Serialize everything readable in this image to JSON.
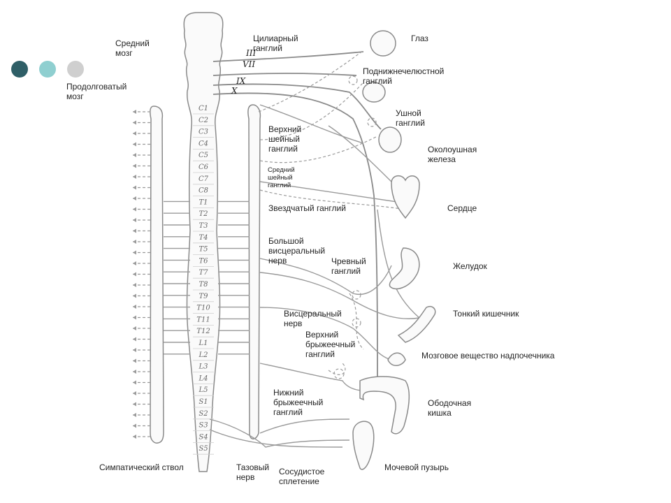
{
  "colors": {
    "dot1": "#2f5f67",
    "dot2": "#8fcfd0",
    "dot3": "#cfcfcf",
    "line": "#9a9a9a"
  },
  "labels": {
    "midbrain": "Средний\nмозг",
    "medulla": "Продолговатый\nмозг",
    "ciliary": "Цилиарный\nганглий",
    "eye": "Глаз",
    "submandibular": "Поднижнечелюстной\nганглий",
    "otic": "Ушной\nганглий",
    "parotid": "Околоушная\nжелеза",
    "superior_cervical": "Верхний\n шейный\n ганглий",
    "middle_cervical": "Средний\nшейный\nганглий",
    "stellate": "Звездчатый ганглий",
    "heart": "Сердце",
    "greater_splanchnic": "Большой\nвисцеральный\n нерв",
    "celiac": "Чревный\nганглий",
    "stomach": "Желудок",
    "small_intestine": "Тонкий кишечник",
    "splanchnic": "Висцеральный\nнерв",
    "superior_mesenteric": "Верхний\nбрыжеечный\nганглий",
    "adrenal": "Мозговое вещество надпочечника",
    "inferior_mesenteric": "Нижний\nбрыжеечный\nганглий",
    "colon": "Ободочная\nкишка",
    "sympathetic_trunk": "Симпатический ствол",
    "pelvic_nerve": "Тазовый\nнерв",
    "vascular_plexus": "Сосудистое\nсплетение",
    "bladder": "Мочевой пузырь"
  },
  "cranial_nerves": [
    "III",
    "VII",
    "IX",
    "X"
  ],
  "segments": [
    "C1",
    "C2",
    "C3",
    "C4",
    "C5",
    "C6",
    "C7",
    "C8",
    "T1",
    "T2",
    "T3",
    "T4",
    "T5",
    "T6",
    "T7",
    "T8",
    "T9",
    "T10",
    "T11",
    "T12",
    "L1",
    "L2",
    "L3",
    "L4",
    "L5",
    "S1",
    "S2",
    "S3",
    "S4",
    "S5"
  ]
}
